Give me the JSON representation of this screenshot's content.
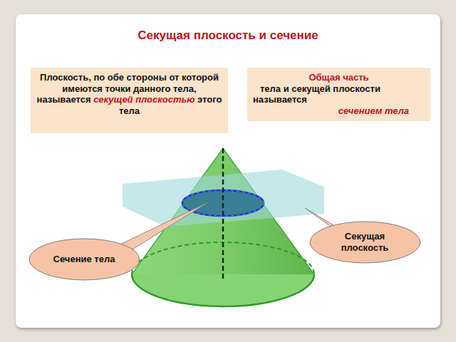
{
  "diagram": {
    "title": "Секущая плоскость и сечение",
    "nodes": [
      {
        "text": [
          "Плоскость, по обе стороны от которой имеются точки данного тела, называется",
          "секущей плоскостью",
          "этого тела"
        ]
      },
      {
        "text": [
          "Общая часть",
          "тела и секущей плоскости называется",
          "сечением тела"
        ]
      },
      {
        "text": [
          "Сечение тела"
        ]
      },
      {
        "text": [
          "Секущая плоскость"
        ]
      }
    ]
  }
}
